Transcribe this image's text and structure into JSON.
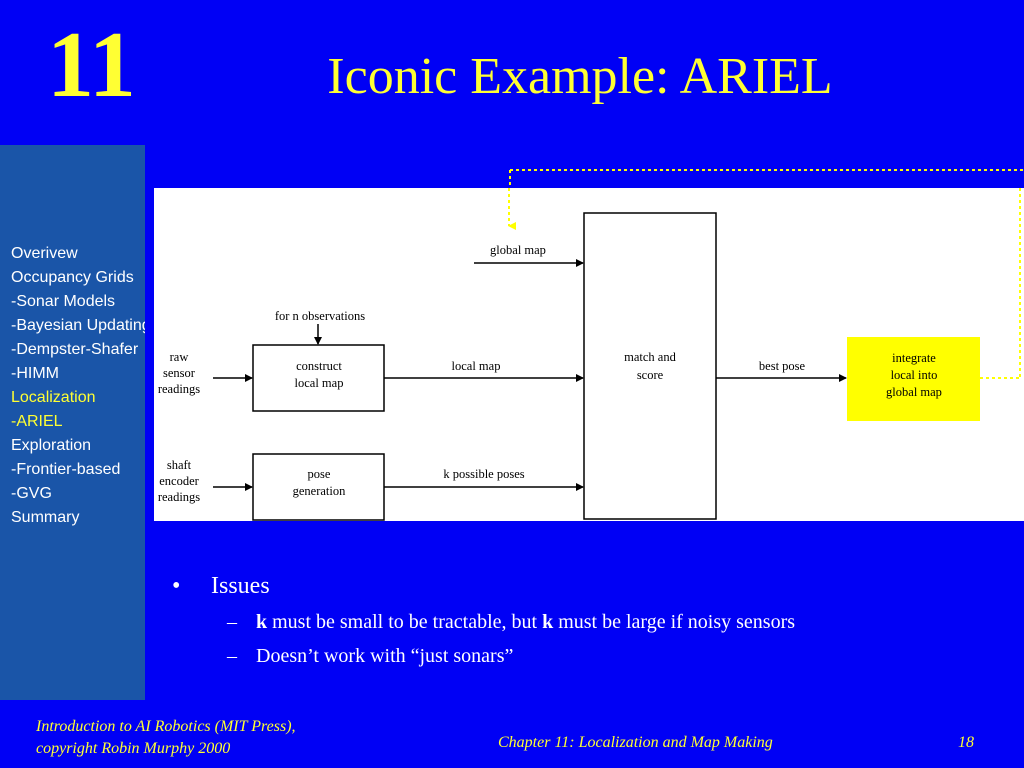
{
  "header": {
    "chapter_number": "11",
    "title": "Iconic Example: ARIEL"
  },
  "sidebar": {
    "items": [
      {
        "label": "Overivew",
        "active": false
      },
      {
        "label": "Occupancy Grids",
        "active": false
      },
      {
        "label": "-Sonar Models",
        "active": false
      },
      {
        "label": "-Bayesian Updating",
        "active": false
      },
      {
        "label": "-Dempster-Shafer",
        "active": false
      },
      {
        "label": "-HIMM",
        "active": false
      },
      {
        "label": "Localization",
        "active": true
      },
      {
        "label": "-ARIEL",
        "active": true
      },
      {
        "label": "Exploration",
        "active": false
      },
      {
        "label": "-Frontier-based",
        "active": false
      },
      {
        "label": "-GVG",
        "active": false
      },
      {
        "label": "Summary",
        "active": false
      }
    ]
  },
  "diagram": {
    "labels": {
      "raw_sensor_1": "raw",
      "raw_sensor_2": "sensor",
      "raw_sensor_3": "readings",
      "shaft_encoder_1": "shaft",
      "shaft_encoder_2": "encoder",
      "shaft_encoder_3": "readings",
      "construct_1": "construct",
      "construct_2": "local map",
      "pose_gen_1": "pose",
      "pose_gen_2": "generation",
      "for_n_observations": "for n observations",
      "global_map": "global map",
      "local_map": "local map",
      "k_possible_poses": "k possible poses",
      "match_1": "match and",
      "match_2": "score",
      "best_pose": "best pose",
      "integrate_1": "integrate",
      "integrate_2": "local into",
      "integrate_3": "global map"
    },
    "colors": {
      "highlight": "#ffff00",
      "dashed_line": "#ffff00"
    }
  },
  "bullets": {
    "level1": {
      "marker": "•",
      "text": "Issues"
    },
    "sub1": {
      "marker": "–",
      "k1": "k",
      "mid": " must be small to be tractable, but ",
      "k2": "k",
      "end": " must be large if noisy sensors"
    },
    "sub2": {
      "marker": "–",
      "text": "Doesn’t work with “just sonars”"
    }
  },
  "footer": {
    "left_line1": "Introduction to AI Robotics (MIT Press),",
    "left_line2": "copyright Robin Murphy 2000",
    "chapter": "Chapter 11: Localization and Map Making",
    "page": "18"
  },
  "colors": {
    "background": "#0000f5",
    "sidebar": "#1a55a8",
    "accent_text": "#ffff33",
    "body_text": "#ffffff"
  }
}
